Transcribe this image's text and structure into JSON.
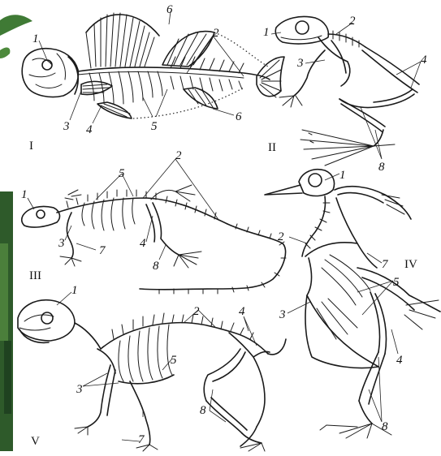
{
  "colors": {
    "ink": "#1a1a1a",
    "paper": "#ffffff",
    "foliage": "#2e5a2a"
  },
  "panels": [
    {
      "roman": "I"
    },
    {
      "roman": "II"
    },
    {
      "roman": "III"
    },
    {
      "roman": "IV"
    },
    {
      "roman": "V"
    }
  ],
  "labels": {
    "fish": [
      "1",
      "2",
      "3",
      "4",
      "5",
      "6",
      "6"
    ],
    "frog": [
      "1",
      "2",
      "3",
      "4",
      "8"
    ],
    "lizard": [
      "1",
      "2",
      "3",
      "4",
      "5",
      "7",
      "8"
    ],
    "bird": [
      "1",
      "2",
      "3",
      "4",
      "5",
      "7",
      "8"
    ],
    "mammal": [
      "1",
      "2",
      "3",
      "4",
      "5",
      "7",
      "8"
    ]
  }
}
